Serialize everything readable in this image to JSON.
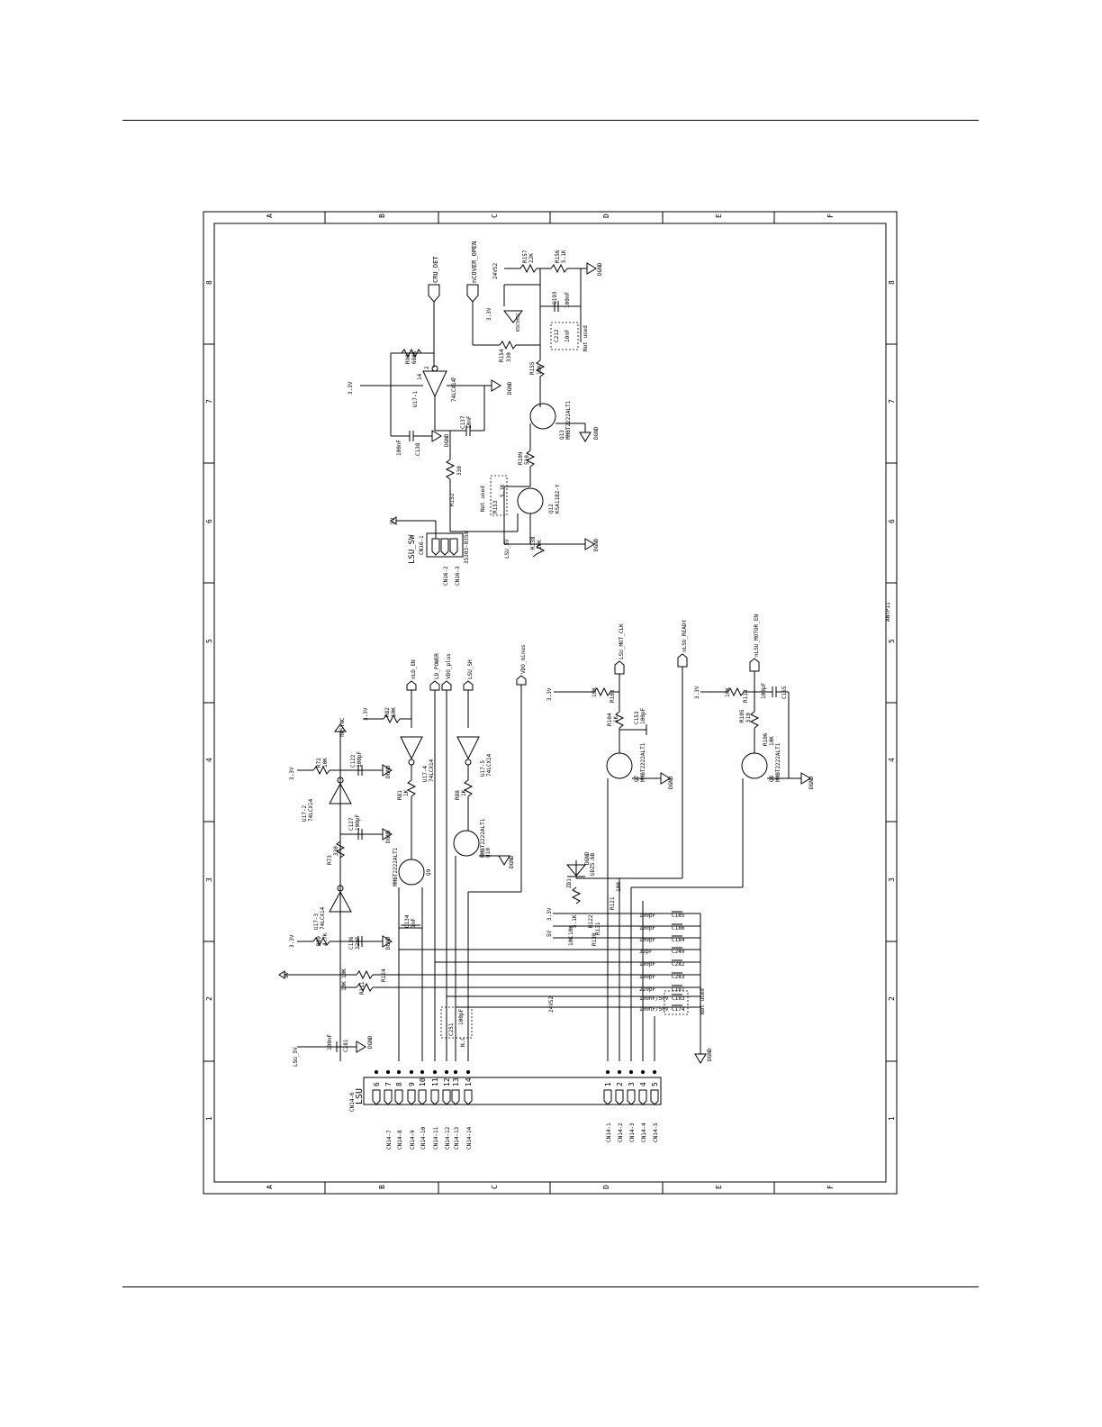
{
  "frame": {
    "columns": [
      "A",
      "B",
      "C",
      "D",
      "E",
      "F"
    ],
    "rows": [
      "8",
      "7",
      "6",
      "5",
      "4",
      "3",
      "2",
      "1"
    ]
  },
  "labels": {
    "cru_det": "CRU_DET",
    "ncover_open": "nCOVER_OPEN",
    "v24s2_a": "24VS2",
    "v24s2_b": "24VS2",
    "r157": "R157",
    "r157_val": "22K",
    "r156": "R156",
    "r156_val": "5.1K",
    "dgnd_top": "DGND",
    "c193": "C193",
    "c193_val": "100nF",
    "v33_cover": "3.3V",
    "q_cover": "KSC945C",
    "c212": "C212",
    "c212_val": "10nF",
    "not_used_top": "Not used",
    "r154": "R154",
    "r154_val": "330",
    "r155": "R155",
    "r155_val": "10K",
    "r90": "R90",
    "r90_val": "680K",
    "u17_1": "U17-1",
    "u17_1_type": "74LCX14",
    "pin14": "14",
    "pin7": "7",
    "pin2_u17_1": "2",
    "v33_u17": "3.3V",
    "dgnd_u17": "DGND",
    "c137": "C137",
    "c137_val": "10nF",
    "c138": "C138",
    "c138_val": "100nF",
    "dgnd_c138": "DGND",
    "q13": "Q13",
    "q13_type": "MMBT2222ALT1",
    "dgnd_q13": "DGND",
    "r152": "R152",
    "r152_val": "330",
    "r109": "R109",
    "r109_val": "510",
    "not_used_r153": "Not used",
    "r153": "R153",
    "r153_val": "5.1K",
    "q12": "Q12",
    "q12_type": "KSA1182-Y",
    "v5_cn16": "5V",
    "lsu_5v_top": "LSU_5V",
    "r138": "R138",
    "r138_val": "10K",
    "dgnd_r138": "DGND",
    "lsu_sw": "LSU_SW",
    "cn16_1": "CN16-1",
    "cn16_2": "CN16-2",
    "cn16_3": "CN16-3",
    "cn16_part": "35303-0350",
    "sheet_label": "ANTP11",
    "nhsync": "nHSYNC",
    "nld_en": "nLD_EN",
    "ld_power": "LD_POWER",
    "vdo_plus": "VDO_plus",
    "lsu_sh": "LSU_SH",
    "vdo_minus": "VDO_minus",
    "lsu_mot_clk": "LSU_MOT_CLK",
    "nlsu_ready": "nLSU_READY",
    "nlsu_motor_en": "nLSU_MOTOR_EN",
    "r72": "R72",
    "r72_val": "10K",
    "v33_r72": "3.3V",
    "c122": "C122",
    "c122_val": "100pF",
    "dgnd_c122": "DGND",
    "u17_2": "U17-2",
    "u17_2_type": "74LCX14",
    "u17_3": "U17-3",
    "u17_3_type": "74LCX14",
    "c127": "C127",
    "c127_val": "100pF",
    "dgnd_c127": "DGND",
    "r73": "R73",
    "r73_val": "330",
    "r89": "R89",
    "r89_val": "4.7K",
    "v33_r89": "3.3V",
    "c136": "C136",
    "c136_val": "22nF",
    "dgnd_c136": "DGND",
    "r82": "R82",
    "r82_val": "10K",
    "v33_r82": "3.3V",
    "u17_4": "U17-4",
    "u17_4_type": "74LCX14",
    "r81": "R81",
    "r81_val": "1K",
    "q9": "Q9",
    "q9_type": "MMBT2222ALT1",
    "c134": "C134",
    "c134_val": "1nF",
    "u17_5": "U17-5",
    "u17_5_type": "74LCX14",
    "r88": "R88",
    "r88_val": "1K",
    "q10": "Q10",
    "q10_type": "MMBT2222ALT1",
    "dgnd_q10": "DGND",
    "v5_r124": "5V",
    "r124": "R124",
    "r124_val": "10K",
    "r111": "R111",
    "r111_val": "10K",
    "lsu_5v_bot": "LSU_5V",
    "c281": "C281",
    "c281_val": "100nF",
    "dgnd_c281": "DGND",
    "c251": "C251",
    "c251_val": "100pF",
    "nc": "N.C",
    "v33_r103": "3.3V",
    "r103": "R103",
    "r103_val": "10K",
    "r104": "R104",
    "r104_val": "1K",
    "c153": "C153",
    "c153_val": "100pF",
    "q7": "Q7",
    "q7_type": "MMBT2222ALT1",
    "dgnd_q7": "DGND",
    "v33_r118": "3.3V",
    "r118": "R118",
    "r118_val": "10K",
    "c155": "C155",
    "c155_val": "100pF",
    "r105": "R105",
    "r105_val": "510",
    "r106": "R106",
    "r106_val": "10K",
    "q8": "Q8",
    "q8_type": "MMBT2222ALT1",
    "dgnd_q8": "DGND",
    "dgnd_zd": "DGND",
    "zd": "ZD1",
    "zd_val": "UDZ5.6B",
    "r121": "R121",
    "r121_val": "100",
    "v33_r122": "3.3V",
    "r122": "R122",
    "r122_val": "5.1K",
    "r131": "R131",
    "r131_val": "10K",
    "v5_r130": "5V",
    "r130": "R130",
    "r130_val": "10K",
    "v24s2_bot": "24VS2",
    "not_used_bot": "Not used",
    "caps_bank": [
      {
        "ref": "C185",
        "val": "100pF"
      },
      {
        "ref": "C186",
        "val": "100pF"
      },
      {
        "ref": "C184",
        "val": "100pF"
      },
      {
        "ref": "C249",
        "val": "33pF"
      },
      {
        "ref": "C282",
        "val": "100pF"
      },
      {
        "ref": "C283",
        "val": "100pF"
      },
      {
        "ref": "C187",
        "val": "220pF"
      },
      {
        "ref": "C183",
        "val": "100nF/50V"
      },
      {
        "ref": "C174",
        "val": "100nF/50V"
      }
    ],
    "dgnd_bank": "DGND",
    "cn14_6": "CN14-6",
    "lsu_conn": "LSU",
    "cn14_pins_a": [
      "6",
      "7",
      "8",
      "9",
      "10",
      "11",
      "12",
      "13",
      "14"
    ],
    "cn14_pins_b": [
      "1",
      "2",
      "3",
      "4",
      "5"
    ],
    "cn14_names_a": [
      "CN14-7",
      "CN14-8",
      "CN14-9",
      "CN14-10",
      "CN14-11",
      "CN14-12",
      "CN14-13",
      "CN14-14"
    ],
    "cn14_names_b": [
      "CN14-1",
      "CN14-2",
      "CN14-3",
      "CN14-4",
      "CN14-5"
    ]
  }
}
